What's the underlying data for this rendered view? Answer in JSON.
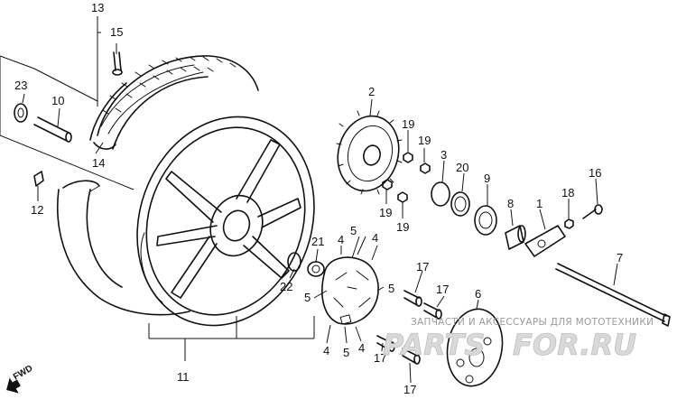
{
  "diagram": {
    "callouts": {
      "p1": "1",
      "p2": "2",
      "p3": "3",
      "p4a": "4",
      "p4b": "4",
      "p4c": "4",
      "p4d": "4",
      "p5a": "5",
      "p5b": "5",
      "p5c": "5",
      "p5d": "5",
      "p6": "6",
      "p7": "7",
      "p8": "8",
      "p9": "9",
      "p10": "10",
      "p11": "11",
      "p12": "12",
      "p13": "13",
      "p14": "14",
      "p15": "15",
      "p16": "16",
      "p17a": "17",
      "p17b": "17",
      "p17c": "17",
      "p17d": "17",
      "p18": "18",
      "p19a": "19",
      "p19b": "19",
      "p19c": "19",
      "p19d": "19",
      "p20": "20",
      "p21": "21",
      "p22": "22",
      "p23": "23"
    },
    "direction_marker": "FWD",
    "watermark": {
      "caption": "ЗАПЧАСТИ И АКСЕССУАРЫ ДЛЯ МОТОТЕХНИКИ",
      "logo_left": "PARTS",
      "logo_right": "FOR.RU"
    }
  },
  "colors": {
    "ink": "#111111",
    "watermark": "#bfbfbf",
    "background": "#ffffff"
  }
}
